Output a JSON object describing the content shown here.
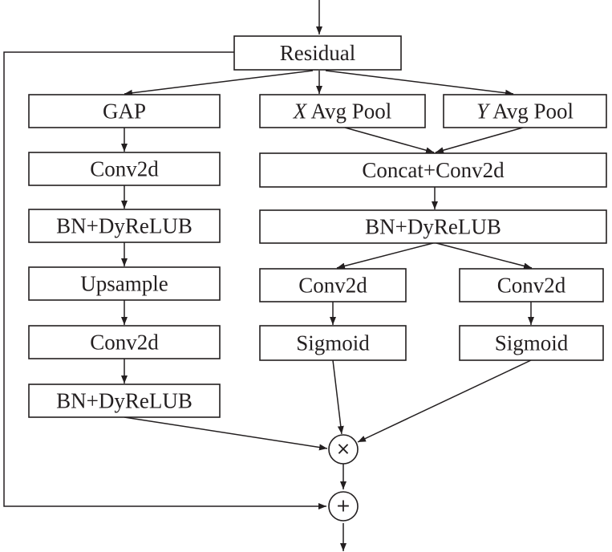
{
  "nodes": {
    "residual": "Residual",
    "gap": "GAP",
    "x_pool_var": "X",
    "x_pool_rest": " Avg Pool",
    "y_pool_var": "Y",
    "y_pool_rest": " Avg Pool",
    "left_conv1": "Conv2d",
    "left_bn1": "BN+DyReLUB",
    "upsample": "Upsample",
    "left_conv2": "Conv2d",
    "left_bn2": "BN+DyReLUB",
    "concat_conv": "Concat+Conv2d",
    "right_bn": "BN+DyReLUB",
    "conv_a": "Conv2d",
    "conv_b": "Conv2d",
    "sigmoid_a": "Sigmoid",
    "sigmoid_b": "Sigmoid"
  },
  "operators": {
    "multiply": "×",
    "add": "+"
  }
}
